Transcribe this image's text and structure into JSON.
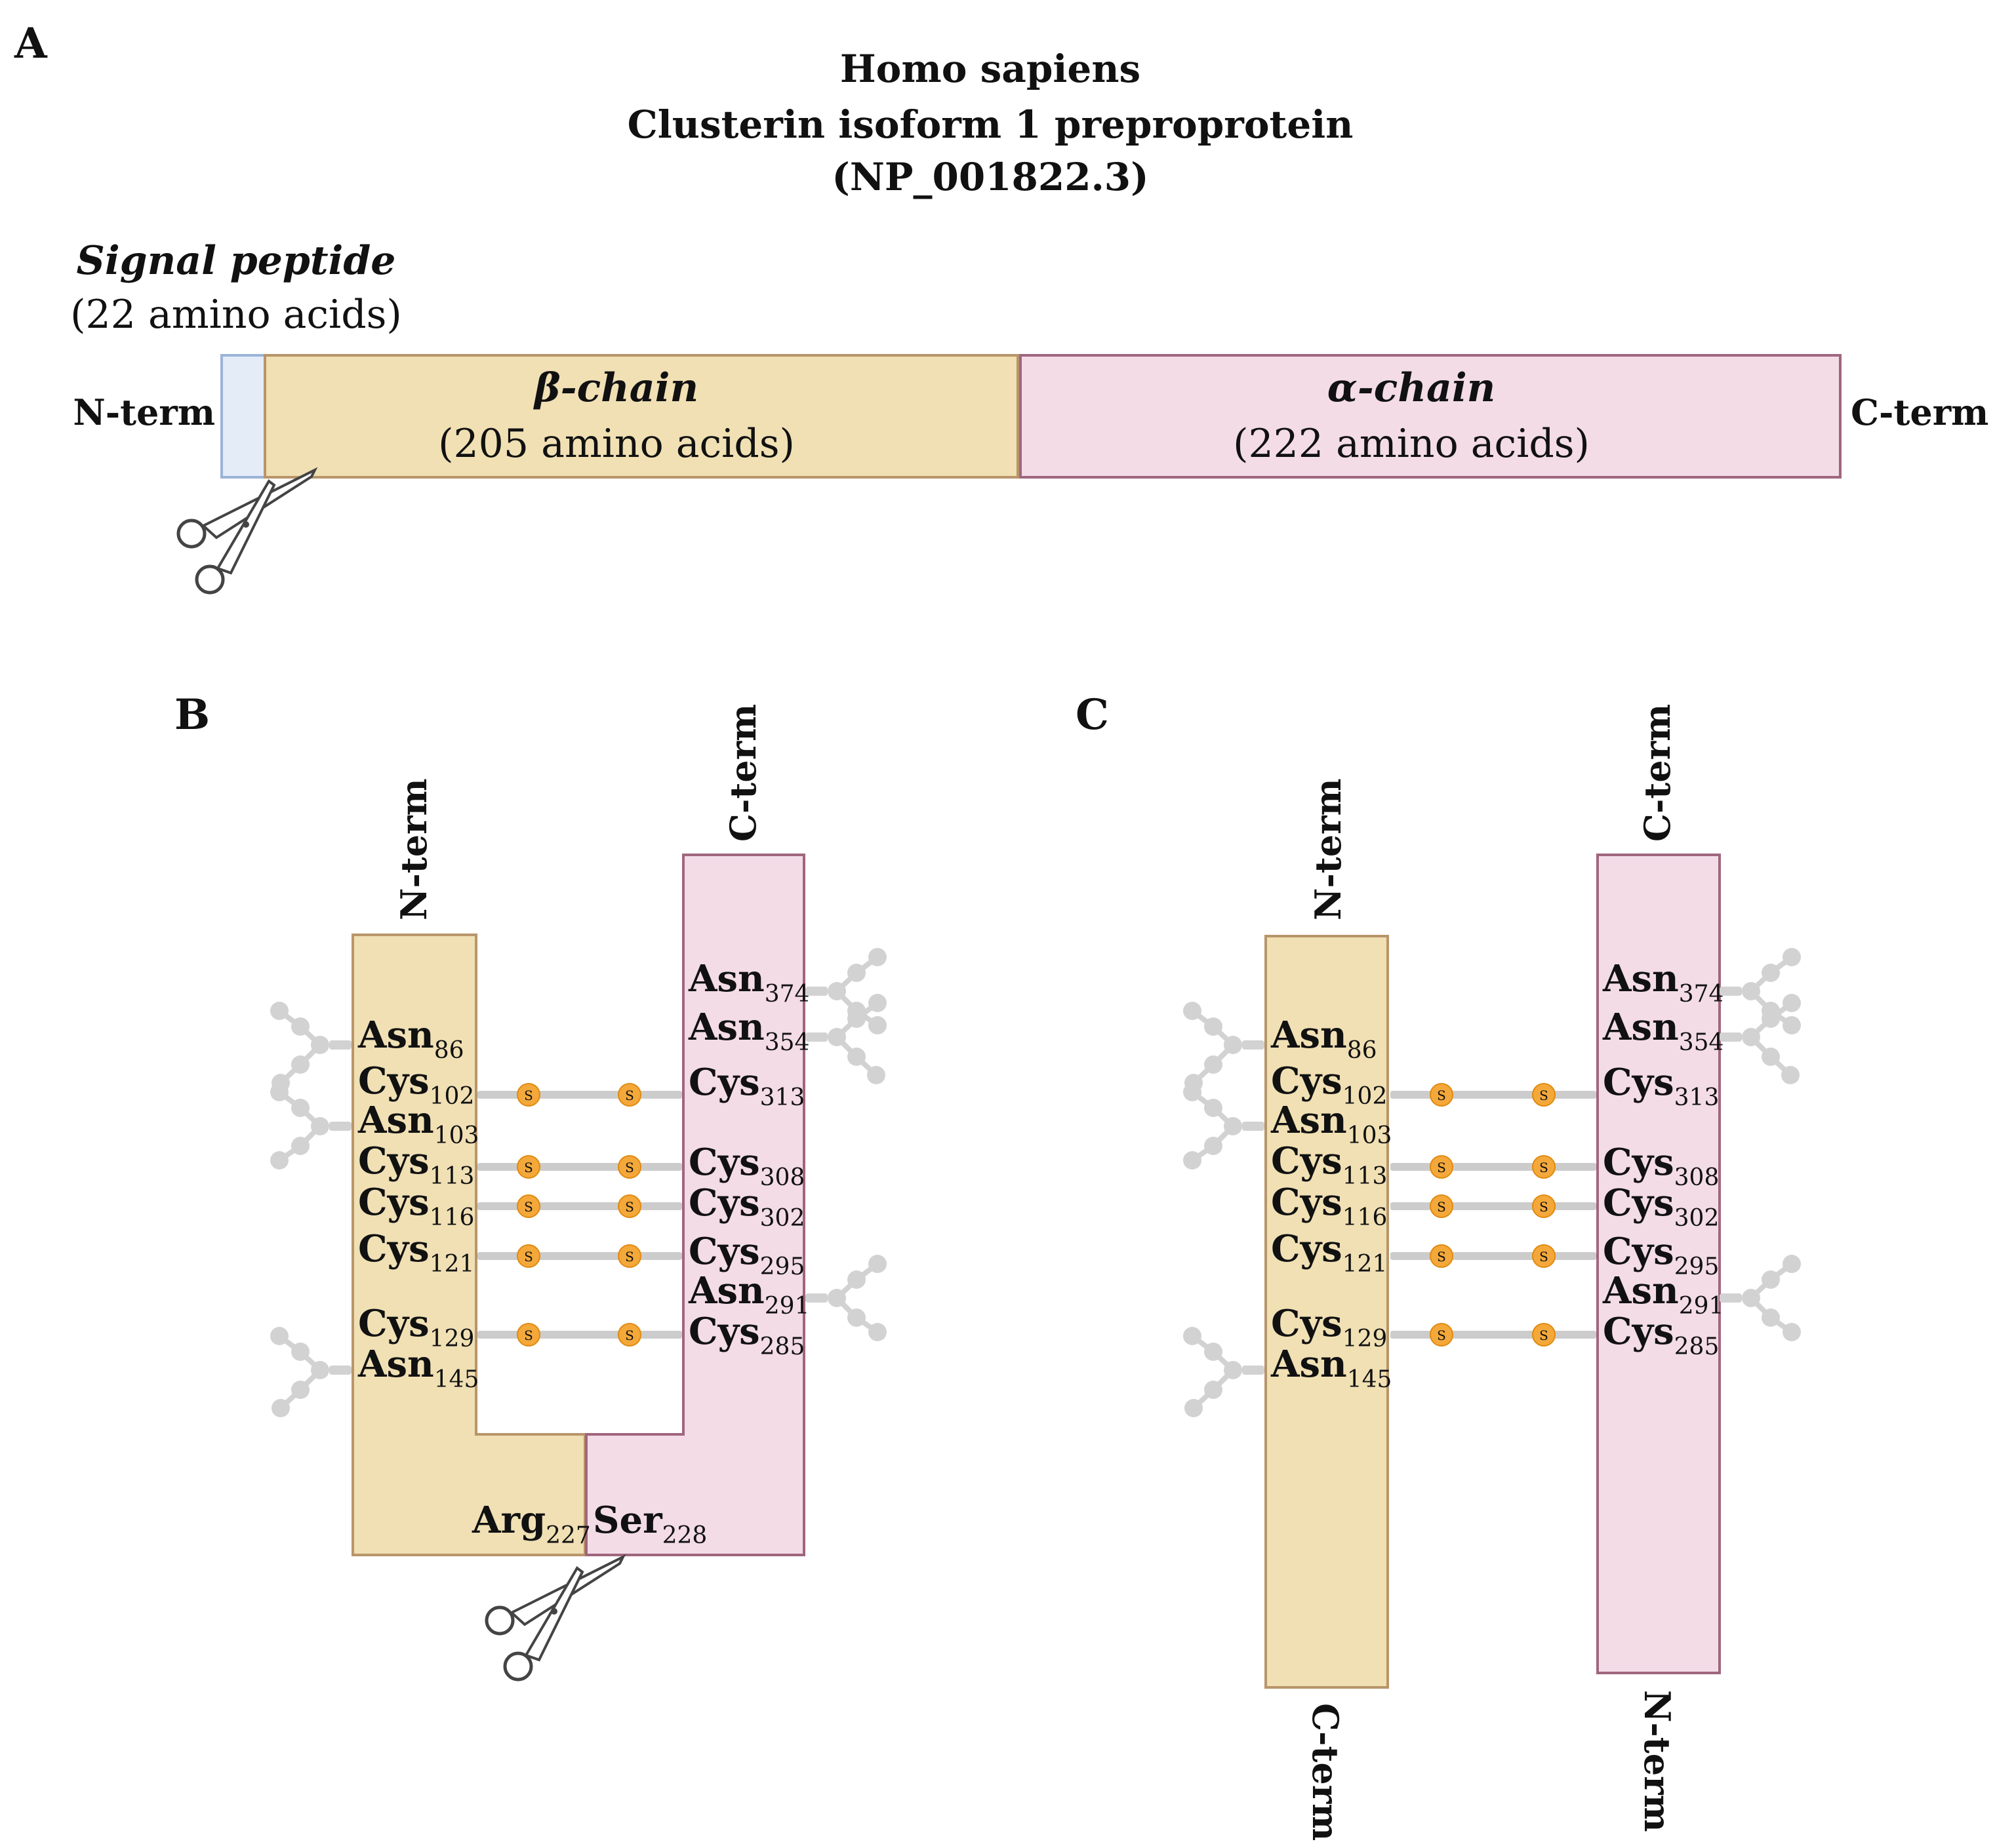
{
  "panels": {
    "A": "A",
    "B": "B",
    "C": "C"
  },
  "title": {
    "line1": "Homo sapiens",
    "line2": "Clusterin isoform 1 preproprotein",
    "line3": "(NP_001822.3)"
  },
  "terms": {
    "n": "N-term",
    "c": "C-term"
  },
  "signal_peptide": {
    "name": "Signal peptide",
    "length": "(22 amino acids)"
  },
  "beta_chain": {
    "name": "β-chain",
    "length": "(205 amino acids)"
  },
  "alpha_chain": {
    "name": "α-chain",
    "length": "(222 amino acids)"
  },
  "residues": {
    "asn86": {
      "name": "Asn",
      "num": "86"
    },
    "cys102": {
      "name": "Cys",
      "num": "102"
    },
    "asn103": {
      "name": "Asn",
      "num": "103"
    },
    "cys113": {
      "name": "Cys",
      "num": "113"
    },
    "cys116": {
      "name": "Cys",
      "num": "116"
    },
    "cys121": {
      "name": "Cys",
      "num": "121"
    },
    "cys129": {
      "name": "Cys",
      "num": "129"
    },
    "asn145": {
      "name": "Asn",
      "num": "145"
    },
    "asn374": {
      "name": "Asn",
      "num": "374"
    },
    "asn354": {
      "name": "Asn",
      "num": "354"
    },
    "cys313": {
      "name": "Cys",
      "num": "313"
    },
    "cys308": {
      "name": "Cys",
      "num": "308"
    },
    "cys302": {
      "name": "Cys",
      "num": "302"
    },
    "cys295": {
      "name": "Cys",
      "num": "295"
    },
    "asn291": {
      "name": "Asn",
      "num": "291"
    },
    "cys285": {
      "name": "Cys",
      "num": "285"
    },
    "arg227": {
      "name": "Arg",
      "num": "227"
    },
    "ser228": {
      "name": "Ser",
      "num": "228"
    }
  },
  "disulfide_label": "S",
  "colors": {
    "beta_fill": "#f0e0b4",
    "beta_stroke": "#b8956a",
    "alpha_fill": "#f3dce6",
    "alpha_stroke": "#a0667e",
    "signal_fill": "#e4ecf8",
    "signal_stroke": "#9bb3d9",
    "sulfur": "#f4a83a",
    "glycan": "#d2d2d2"
  }
}
